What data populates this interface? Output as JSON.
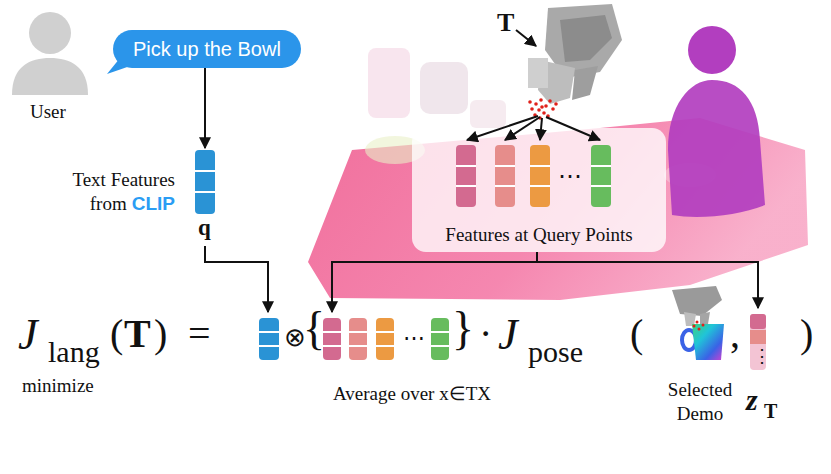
{
  "diagram": {
    "nodes": [
      {
        "text": [
          "Pick up the Bowl"
        ]
      },
      {
        "text": [
          "Text Features",
          "from",
          "CLIP",
          "q"
        ]
      },
      {
        "text": [
          "Features at Query Points"
        ]
      }
    ],
    "edges": [
      {
        "from": 0,
        "to": 1,
        "arrow": "to"
      }
    ],
    "labels": [
      "User",
      "T",
      "J",
      "lang",
      "(",
      "T",
      ")",
      "=",
      "⊗",
      "{",
      "⋯",
      "}",
      "·",
      "J",
      "pose",
      "(",
      ",",
      "⋮",
      ")",
      "minimize",
      "Average over x∈TX",
      "Selected Demo",
      "z",
      "T",
      "⋯"
    ]
  }
}
